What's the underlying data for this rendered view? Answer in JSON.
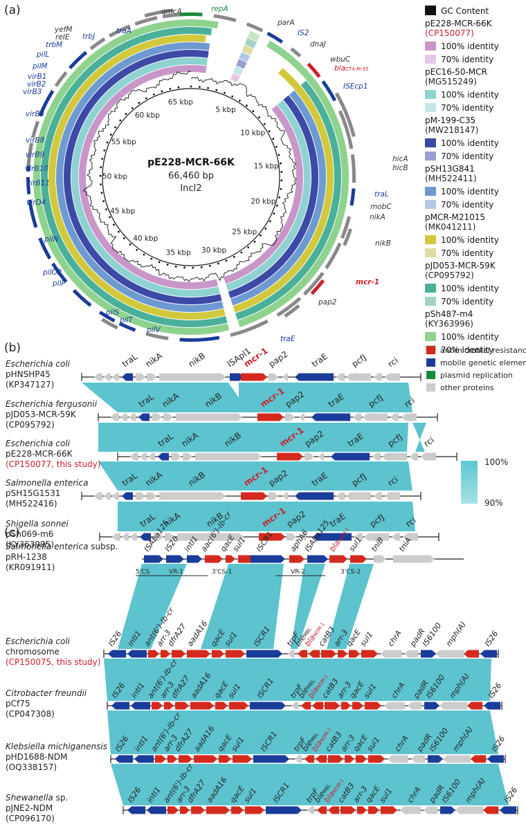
{
  "panels": {
    "a": "(a)",
    "b": "(b)",
    "c": "(c)"
  },
  "panel_a": {
    "center": {
      "name": "pE228-MCR-66K",
      "size": "66,460 bp",
      "inc": "IncI2"
    },
    "ticks": [
      "5 kbp",
      "10 kbp",
      "15 kbp",
      "20 kbp",
      "25 kbp",
      "30 kbp",
      "35 kbp",
      "40 kbp",
      "45 kbp",
      "50 kbp",
      "55 kbp",
      "60 kbp",
      "65 kbp"
    ],
    "gene_labels": {
      "repA": "repA",
      "qmcA": "qmcA",
      "parA": "parA",
      "IS2": "IS2",
      "dnaJ": "dnaJ",
      "wbuC": "wbuC",
      "bla_main": "bla",
      "bla_sub": "CTX-M-55",
      "ISEcp1": "ISEcp1",
      "hicA": "hicA",
      "hicB": "hicB",
      "traL": "traL",
      "mobC": "mobC",
      "nikA": "nikA",
      "nikB": "nikB",
      "mcr1": "mcr-1",
      "pap2": "pap2",
      "traE": "traE",
      "pilV": "pilV",
      "pilT": "pilT",
      "pilS": "pilS",
      "pilP": "pilP",
      "pilO2": "pilO2",
      "pilN": "pilN",
      "virD4": "virD4",
      "virB11": "virB11",
      "virB10": "virB10",
      "virB9": "virB9",
      "virB8": "virB8",
      "virB4": "virB4",
      "virB3": "virB3",
      "virB2": "virB2",
      "virB1": "virB1",
      "pilM": "pilM",
      "pilL": "pilL",
      "trbM": "trbM",
      "relE": "relE",
      "yefM": "yefM",
      "trbJ": "trbJ",
      "traA": "traA"
    },
    "legend": {
      "gc": "GC Content",
      "hi": "100% identity",
      "lo": "70% identity",
      "entries": [
        {
          "name": "pE228-MCR-66K",
          "acc": "(CP150077)",
          "hi": "#c896c8",
          "lo": "#e6c8e6",
          "acc_color": "#c8202a"
        },
        {
          "name": "pEC16-50-MCR",
          "acc": "(MG515249)",
          "hi": "#8ed2d2",
          "lo": "#c4e6e6",
          "acc_color": "#222"
        },
        {
          "name": "pM-199-C35",
          "acc": "(MW218147)",
          "hi": "#3c4aa6",
          "lo": "#9a9ed2",
          "acc_color": "#222"
        },
        {
          "name": "pSH13G841",
          "acc": "(MH522411)",
          "hi": "#6e9ad2",
          "lo": "#b4c8e6",
          "acc_color": "#222"
        },
        {
          "name": "pMCR-M21015",
          "acc": "(MK041211)",
          "hi": "#d2c83c",
          "lo": "#e0dca0",
          "acc_color": "#222"
        },
        {
          "name": "pJD053-MCR-59K",
          "acc": "(CP095792)",
          "hi": "#4ab09a",
          "lo": "#a4d2c4",
          "acc_color": "#222"
        },
        {
          "name": "pSh487-m4",
          "acc": "(KY363996)",
          "hi": "#8ed28e",
          "lo": "#c4e6c4",
          "acc_color": "#222"
        }
      ]
    }
  },
  "panel_b": {
    "legend": [
      "antimicrobial resistance",
      "mobile genetic elements",
      "plasmid replication",
      "other proteins"
    ],
    "legend_colors": [
      "#d42a1e",
      "#1a3c9a",
      "#1a8a3c",
      "#cccccc"
    ],
    "scale": {
      "hi": "100%",
      "lo": "90%"
    },
    "rows": [
      {
        "species": "Escherichia coli",
        "plasmid": "pHNSHP45",
        "acc": "(KP347127)",
        "acc_color": "#222"
      },
      {
        "species": "Escherichia fergusonii",
        "plasmid": "pJD053-MCR-59K",
        "acc": "(CP095792)",
        "acc_color": "#222"
      },
      {
        "species": "Escherichia coli",
        "plasmid": "pE228-MCR-66K",
        "acc": "(CP150077, this study)",
        "acc_color": "#c8202a"
      },
      {
        "species": "Salmonella enterica",
        "plasmid": "pSH15G1531",
        "acc": "(MH522416)",
        "acc_color": "#222"
      },
      {
        "species": "Shigella sonnei",
        "plasmid": "pSh069-m6",
        "acc": "(KY363995)",
        "acc_color": "#222"
      }
    ],
    "genes": {
      "traL": "traL",
      "nikA": "nikA",
      "nikB": "nikB",
      "ISApl1": "ISApl1",
      "mcr1": "mcr-1",
      "pap2": "pap2",
      "traE": "traE",
      "pcfJ": "pcfJ",
      "rci": "rci"
    }
  },
  "panel_c": {
    "rows": [
      {
        "species": "Salmonella enterica",
        "suffix": " subsp.",
        "plasmid": "pRH-1238",
        "acc": "(KR091911)",
        "acc_color": "#222"
      },
      {
        "species": "Escherichia coli",
        "suffix": "",
        "plasmid": "chromosome",
        "acc": "(CP150075, this study)",
        "acc_color": "#c8202a"
      },
      {
        "species": "Citrobacter freundii",
        "suffix": "",
        "plasmid": "pCf75",
        "acc": "(CP047308)",
        "acc_color": "#222"
      },
      {
        "species": "Klebsiella michiganensis",
        "suffix": "",
        "plasmid": "pHD1688-NDM",
        "acc": "(OQ338157)",
        "acc_color": "#222"
      },
      {
        "species": "Shewanella",
        "suffix": " sp.",
        "plasmid": "pJNE2-NDM",
        "acc": "(CP096170)",
        "acc_color": "#222"
      }
    ],
    "row0_genes": [
      "ISAba125",
      "IS26",
      "intI1",
      "aac(6')-Ib-cr",
      "qacE",
      "sul1",
      "ISCR1",
      "aphA6",
      "ISAba125",
      "bla",
      "sul1",
      "tniB",
      "tniA"
    ],
    "row0_bla_sub": "NDM-1",
    "row0_segments": [
      "5'CS",
      "VR-1",
      "3'CS-1",
      "VR-2",
      "3'CS-2"
    ],
    "row_genes": [
      "IS26",
      "intI1",
      "ant(6')-Ib-cr",
      "arr-3",
      "dfrA27",
      "aadA16",
      "qacE",
      "sul1",
      "ISCR1",
      "trpF",
      "ble",
      "bla",
      "catB3",
      "arr-3",
      "qacE",
      "sul1",
      "chrA",
      "padR",
      "IS6100",
      "mph(A)",
      "IS26"
    ],
    "ble_sub": "MBL",
    "bla_sub": "NDM-1"
  }
}
